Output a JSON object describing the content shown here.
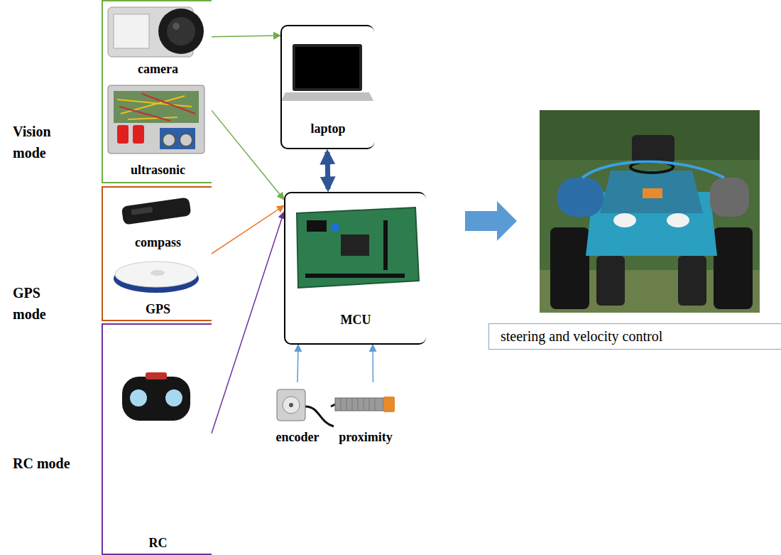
{
  "diagram": {
    "nodes": [
      {
        "text": [
          "Vision mode"
        ]
      },
      {
        "text": [
          "camera"
        ],
        "in": 0
      },
      {
        "text": [
          "ultrasonic"
        ],
        "in": 0
      },
      {
        "text": [
          "GPS mode"
        ]
      },
      {
        "text": [
          "compass"
        ],
        "in": 3
      },
      {
        "text": [
          "GPS"
        ],
        "in": 3
      },
      {
        "text": [
          "RC mode"
        ]
      },
      {
        "text": [
          "RC"
        ],
        "in": 6
      },
      {
        "text": [
          "laptop"
        ]
      },
      {
        "text": [
          "MCU"
        ]
      },
      {
        "text": [
          "encoder"
        ]
      },
      {
        "text": [
          "proximity"
        ]
      },
      {
        "text": [
          "steering and velocity control"
        ]
      }
    ],
    "edges": [
      {
        "from": 1,
        "to": 8,
        "arrow": "to"
      },
      {
        "from": 2,
        "to": 9,
        "arrow": "to"
      },
      {
        "from": 3,
        "to": 9,
        "arrow": "to"
      },
      {
        "from": 6,
        "to": 9,
        "arrow": "to"
      },
      {
        "from": 8,
        "to": 9,
        "arrow": "both"
      },
      {
        "from": 10,
        "to": 9,
        "arrow": "to"
      },
      {
        "from": 11,
        "to": 9,
        "arrow": "to"
      }
    ]
  }
}
